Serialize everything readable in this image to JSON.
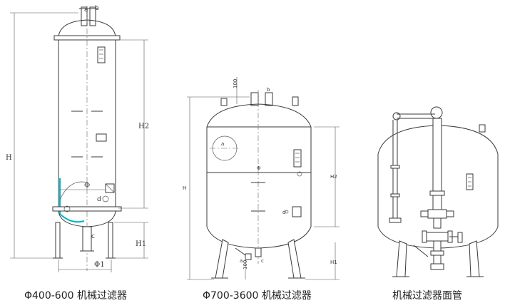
{
  "captions": {
    "left": "Φ400-600 机械过滤器",
    "middle": "Φ700-3600 机械过滤器",
    "right": "机械过滤器面管"
  },
  "left_drawing": {
    "nozzle_a": "a",
    "nozzle_b": "b",
    "nozzle_c": "c",
    "nozzle_d": "d",
    "dim_H": "H",
    "dim_H1": "H1",
    "dim_H2": "H2",
    "dim_phi": "Φ",
    "dim_phi1": "Φ1"
  },
  "middle_drawing": {
    "nozzle_a": "a",
    "nozzle_b": "b",
    "nozzle_c": "c",
    "nozzle_d": "d",
    "dim_top": "100",
    "dim_bottom": "100",
    "dim_H": "H",
    "dim_H1": "H1",
    "dim_H2": "H2",
    "dim_phi": "Φ"
  }
}
